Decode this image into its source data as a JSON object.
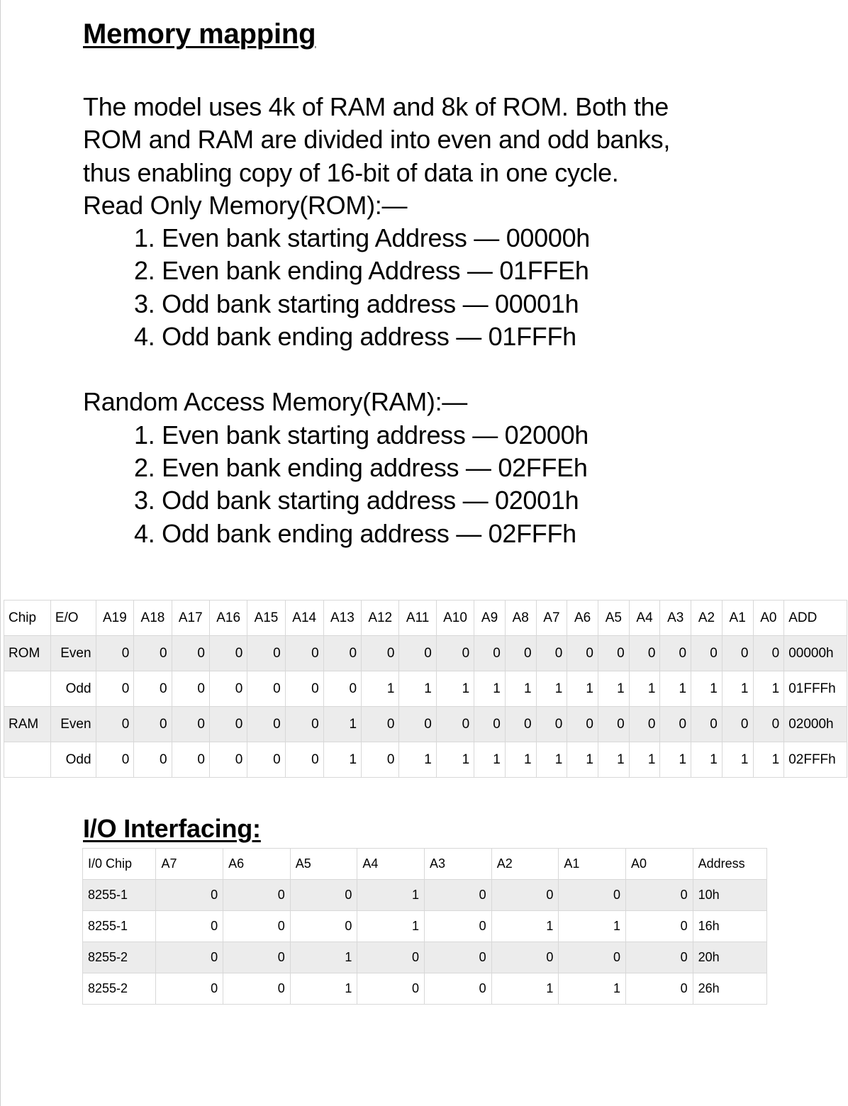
{
  "memory": {
    "title": "Memory mapping",
    "intro": [
      "The model uses 4k of RAM and 8k of ROM. Both the",
      "ROM and RAM are divided into even and odd banks,",
      "thus enabling copy of 16-bit of data in one cycle."
    ],
    "rom_label": "Read Only Memory(ROM):—",
    "rom_items": [
      "1. Even bank starting Address — 00000h",
      "2. Even bank ending Address — 01FFEh",
      "3. Odd bank starting address — 00001h",
      "4. Odd bank ending address — 01FFFh"
    ],
    "ram_label": "Random Access Memory(RAM):—",
    "ram_items": [
      "1. Even bank starting address — 02000h",
      "2. Even bank ending address  — 02FFEh",
      "3. Odd bank starting address — 02001h",
      "4. Odd bank ending address — 02FFFh"
    ]
  },
  "mem_table": {
    "headers": [
      "Chip",
      "E/O",
      "A19",
      "A18",
      "A17",
      "A16",
      "A15",
      "A14",
      "A13",
      "A12",
      "A11",
      "A10",
      "A9",
      "A8",
      "A7",
      "A6",
      "A5",
      "A4",
      "A3",
      "A2",
      "A1",
      "A0",
      "ADD"
    ],
    "rows": [
      [
        "ROM",
        "Even",
        "0",
        "0",
        "0",
        "0",
        "0",
        "0",
        "0",
        "0",
        "0",
        "0",
        "0",
        "0",
        "0",
        "0",
        "0",
        "0",
        "0",
        "0",
        "0",
        "0",
        "00000h"
      ],
      [
        "",
        "Odd",
        "0",
        "0",
        "0",
        "0",
        "0",
        "0",
        "0",
        "1",
        "1",
        "1",
        "1",
        "1",
        "1",
        "1",
        "1",
        "1",
        "1",
        "1",
        "1",
        "1",
        "01FFFh"
      ],
      [
        "RAM",
        "Even",
        "0",
        "0",
        "0",
        "0",
        "0",
        "0",
        "1",
        "0",
        "0",
        "0",
        "0",
        "0",
        "0",
        "0",
        "0",
        "0",
        "0",
        "0",
        "0",
        "0",
        "02000h"
      ],
      [
        "",
        "Odd",
        "0",
        "0",
        "0",
        "0",
        "0",
        "0",
        "1",
        "0",
        "1",
        "1",
        "1",
        "1",
        "1",
        "1",
        "1",
        "1",
        "1",
        "1",
        "1",
        "1",
        "02FFFh"
      ]
    ]
  },
  "io": {
    "title": "I/O Interfacing:",
    "headers": [
      "I/0 Chip",
      "A7",
      "A6",
      "A5",
      "A4",
      "A3",
      "A2",
      "A1",
      "A0",
      "Address"
    ],
    "rows": [
      [
        "8255-1",
        "0",
        "0",
        "0",
        "1",
        "0",
        "0",
        "0",
        "0",
        "10h"
      ],
      [
        "8255-1",
        "0",
        "0",
        "0",
        "1",
        "0",
        "1",
        "1",
        "0",
        "16h"
      ],
      [
        "8255-2",
        "0",
        "0",
        "1",
        "0",
        "0",
        "0",
        "0",
        "0",
        "20h"
      ],
      [
        "8255-2",
        "0",
        "0",
        "1",
        "0",
        "0",
        "1",
        "1",
        "0",
        "26h"
      ]
    ]
  }
}
